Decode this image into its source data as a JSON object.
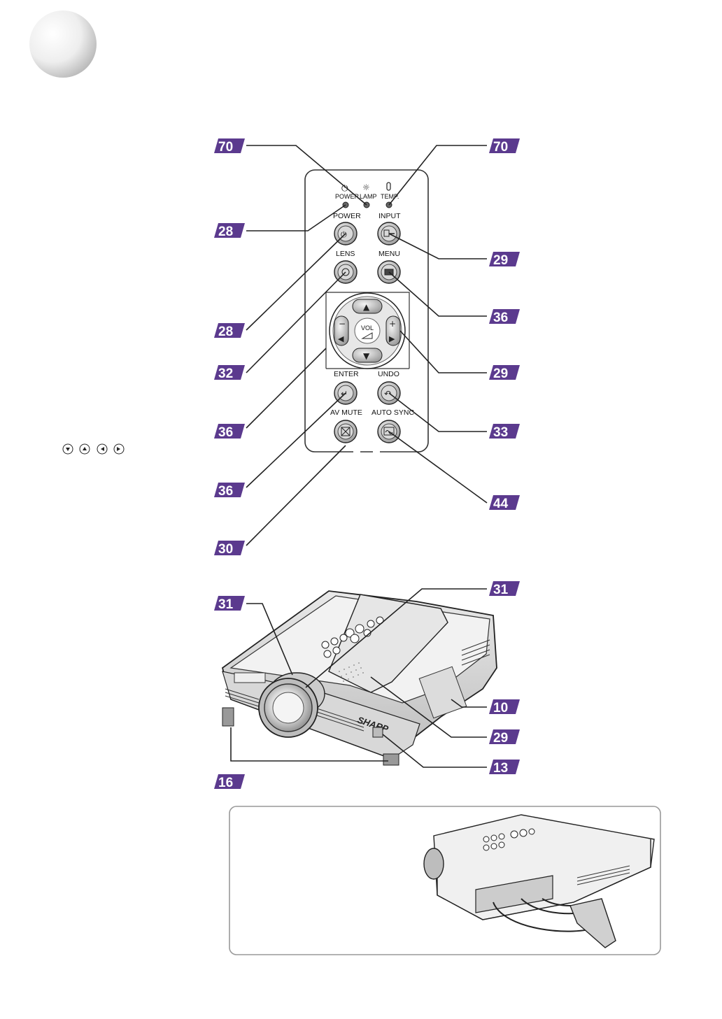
{
  "colors": {
    "badge": "#5b3a8e",
    "ink": "#111111",
    "panel_border": "#999999"
  },
  "remote": {
    "indicators": {
      "power": "POWER",
      "lamp": "LAMP",
      "temp": "TEMP."
    },
    "buttons": {
      "power": "POWER",
      "input": "INPUT",
      "lens": "LENS",
      "menu": "MENU",
      "vol": "VOL",
      "enter": "ENTER",
      "undo": "UNDO",
      "av_mute": "AV MUTE",
      "auto_sync": "AUTO SYNC"
    },
    "pad_minus": "−",
    "pad_plus": "+"
  },
  "callouts": {
    "power_indicator": "28",
    "lamp_indicator": "70",
    "temp_indicator": "70",
    "power_button": "28",
    "input_button": "29",
    "lens_button": "32",
    "menu_button": "36",
    "arrow_buttons": "36",
    "volume_buttons": "29",
    "enter_button": "36",
    "undo_button": "33",
    "av_mute_button": "30",
    "auto_sync_button": "44",
    "zoom_ring": "31",
    "focus_ring": "31",
    "remote_sensor": "29",
    "cover": "10",
    "sensor_front": "13",
    "adjustment_feet": "16"
  },
  "projector": {
    "brand": "SHARP"
  },
  "icons": [
    "down-arrow-circle-icon",
    "up-arrow-circle-icon",
    "left-arrow-circle-icon",
    "right-arrow-circle-icon"
  ]
}
